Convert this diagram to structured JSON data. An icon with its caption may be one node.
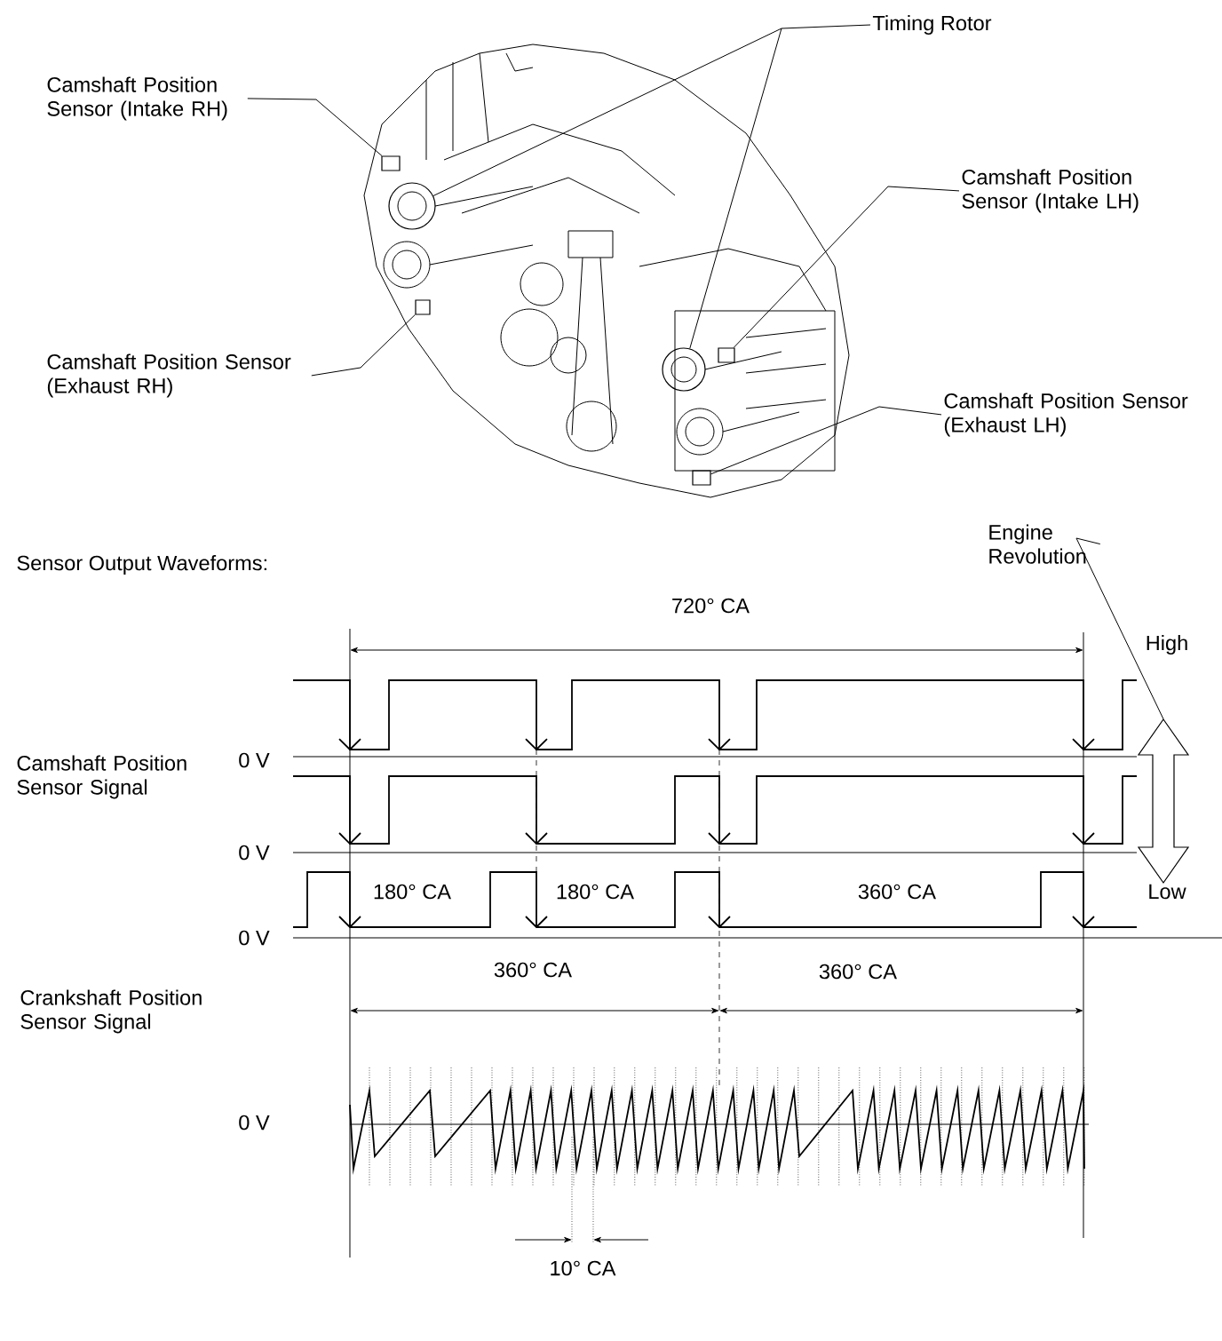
{
  "diagram": {
    "nodes": [
      {
        "text": [
          "Timing Rotor"
        ]
      },
      {
        "text": [
          "Camshaft Position Sensor (Intake RH)"
        ]
      },
      {
        "text": [
          "Camshaft Position Sensor (Exhaust RH)"
        ]
      },
      {
        "text": [
          "Camshaft Position Sensor (Intake LH)"
        ]
      },
      {
        "text": [
          "Camshaft Position Sensor (Exhaust LH)"
        ]
      },
      {
        "text": [
          "Engine Revolution"
        ]
      },
      {
        "text": [],
        "shape": "arrow",
        "beside": [
          "High",
          "Low"
        ]
      },
      {
        "text": [],
        "shape": "box"
      },
      {
        "text": [],
        "shape": "circle"
      },
      {
        "text": [],
        "shape": "box"
      },
      {
        "text": [],
        "shape": "circle"
      },
      {
        "text": [],
        "shape": "box"
      },
      {
        "text": [],
        "shape": "box"
      }
    ],
    "edges": [
      {
        "from": 0,
        "to": 8,
        "arrow": "none"
      },
      {
        "from": 0,
        "to": 10,
        "arrow": "none"
      },
      {
        "from": 1,
        "to": 7,
        "arrow": "none"
      },
      {
        "from": 2,
        "to": 9,
        "arrow": "none"
      },
      {
        "from": 3,
        "to": 11,
        "arrow": "none"
      },
      {
        "from": 4,
        "to": 12,
        "arrow": "none"
      },
      {
        "from": 5,
        "to": 6,
        "arrow": "none"
      }
    ],
    "labels": [
      "Sensor Output Waveforms:",
      "720° CA",
      "Camshaft Position Sensor Signal",
      "0 V",
      "0 V",
      "180° CA",
      "180° CA",
      "360° CA",
      "0 V",
      "360° CA",
      "360° CA",
      "Crankshaft Position Sensor Signal",
      "0 V",
      "10° CA"
    ]
  }
}
